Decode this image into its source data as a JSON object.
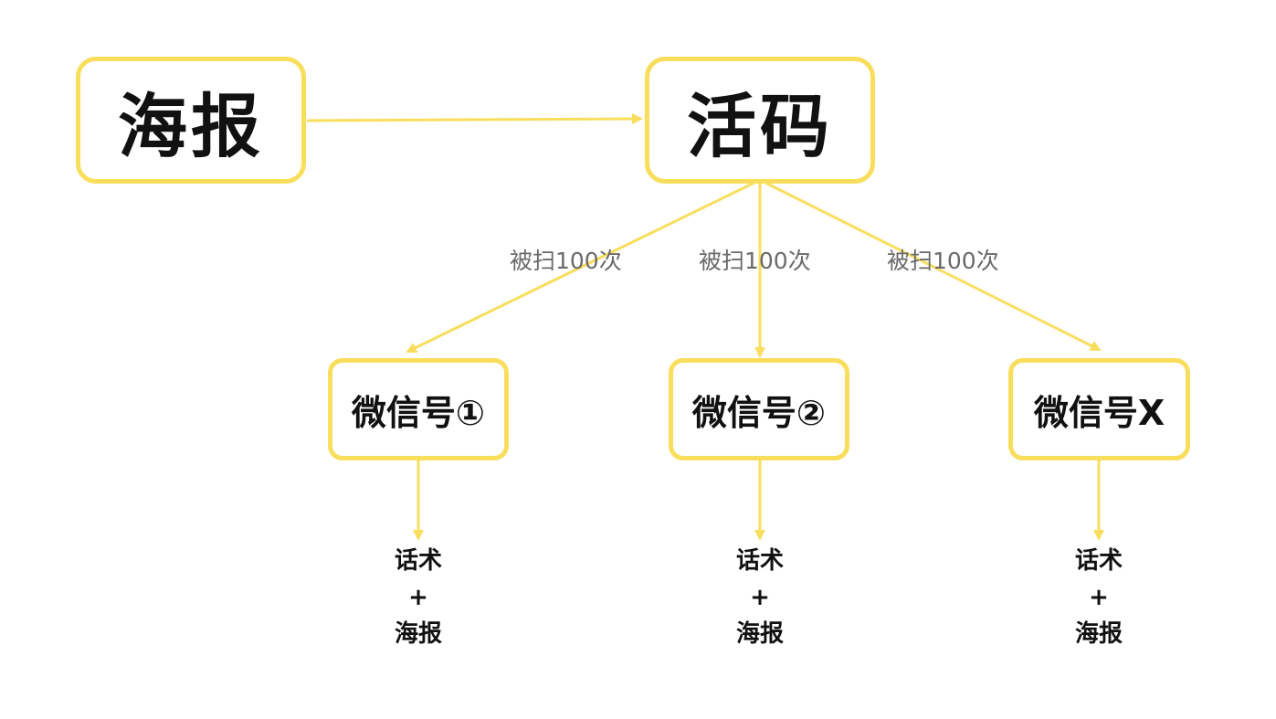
{
  "colors": {
    "accent": "#f8de5c",
    "text": "#111111",
    "label": "#6a6a6a"
  },
  "nodes": {
    "poster": "海报",
    "live_code": "活码",
    "wechat_1": "微信号①",
    "wechat_2": "微信号②",
    "wechat_x": "微信号X"
  },
  "edge_labels": [
    "被扫100次",
    "被扫100次",
    "被扫100次"
  ],
  "leaf_notes": [
    {
      "line1": "话术",
      "plus": "+",
      "line2": "海报"
    },
    {
      "line1": "话术",
      "plus": "+",
      "line2": "海报"
    },
    {
      "line1": "话术",
      "plus": "+",
      "line2": "海报"
    }
  ]
}
